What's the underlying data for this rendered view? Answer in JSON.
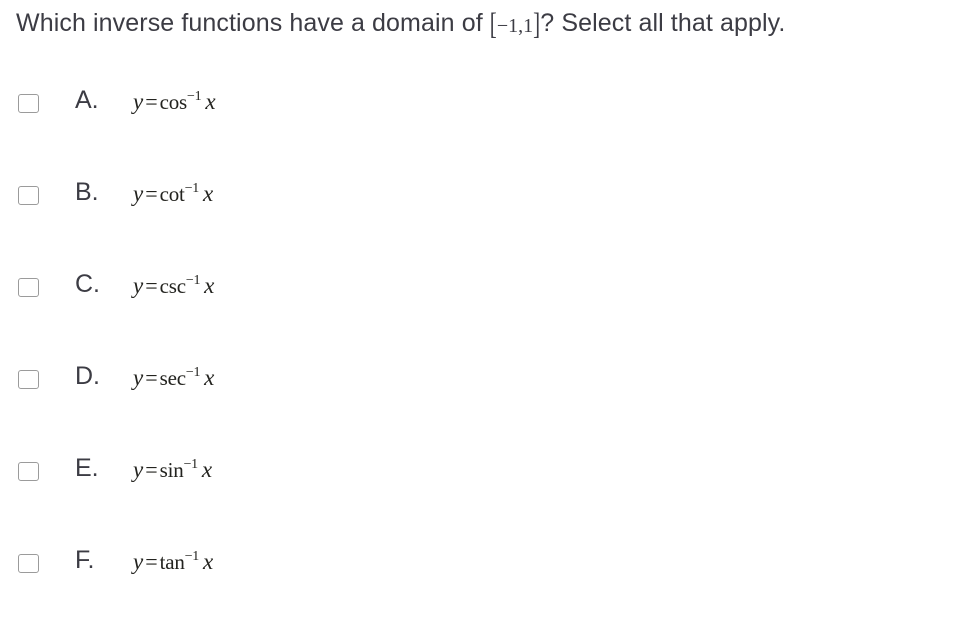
{
  "question": {
    "prefix": "Which inverse functions have a domain of ",
    "interval": {
      "open_bracket": "[",
      "lower": "−1,1",
      "close_bracket": "]"
    },
    "suffix": "? Select all that apply.",
    "full_text": "Which inverse functions have a domain of [−1,1]? Select all that apply."
  },
  "instruction_type": "select-all-that-apply",
  "colors": {
    "background": "#ffffff",
    "text": "#3c3c44",
    "math_text": "#23231f",
    "checkbox_border": "#9b9b9b"
  },
  "options": [
    {
      "letter": "A.",
      "checked": false,
      "expression": "y = cos⁻¹ x",
      "lhs": "y",
      "equals": "=",
      "function_name": "cos",
      "exponent": "−1",
      "argument": "x"
    },
    {
      "letter": "B.",
      "checked": false,
      "expression": "y = cot⁻¹ x",
      "lhs": "y",
      "equals": "=",
      "function_name": "cot",
      "exponent": "−1",
      "argument": "x"
    },
    {
      "letter": "C.",
      "checked": false,
      "expression": "y = csc⁻¹ x",
      "lhs": "y",
      "equals": "=",
      "function_name": "csc",
      "exponent": "−1",
      "argument": "x"
    },
    {
      "letter": "D.",
      "checked": false,
      "expression": "y = sec⁻¹ x",
      "lhs": "y",
      "equals": "=",
      "function_name": "sec",
      "exponent": "−1",
      "argument": "x"
    },
    {
      "letter": "E.",
      "checked": false,
      "expression": "y = sin⁻¹ x",
      "lhs": "y",
      "equals": "=",
      "function_name": "sin",
      "exponent": "−1",
      "argument": "x"
    },
    {
      "letter": "F.",
      "checked": false,
      "expression": "y = tan⁻¹ x",
      "lhs": "y",
      "equals": "=",
      "function_name": "tan",
      "exponent": "−1",
      "argument": "x"
    }
  ]
}
